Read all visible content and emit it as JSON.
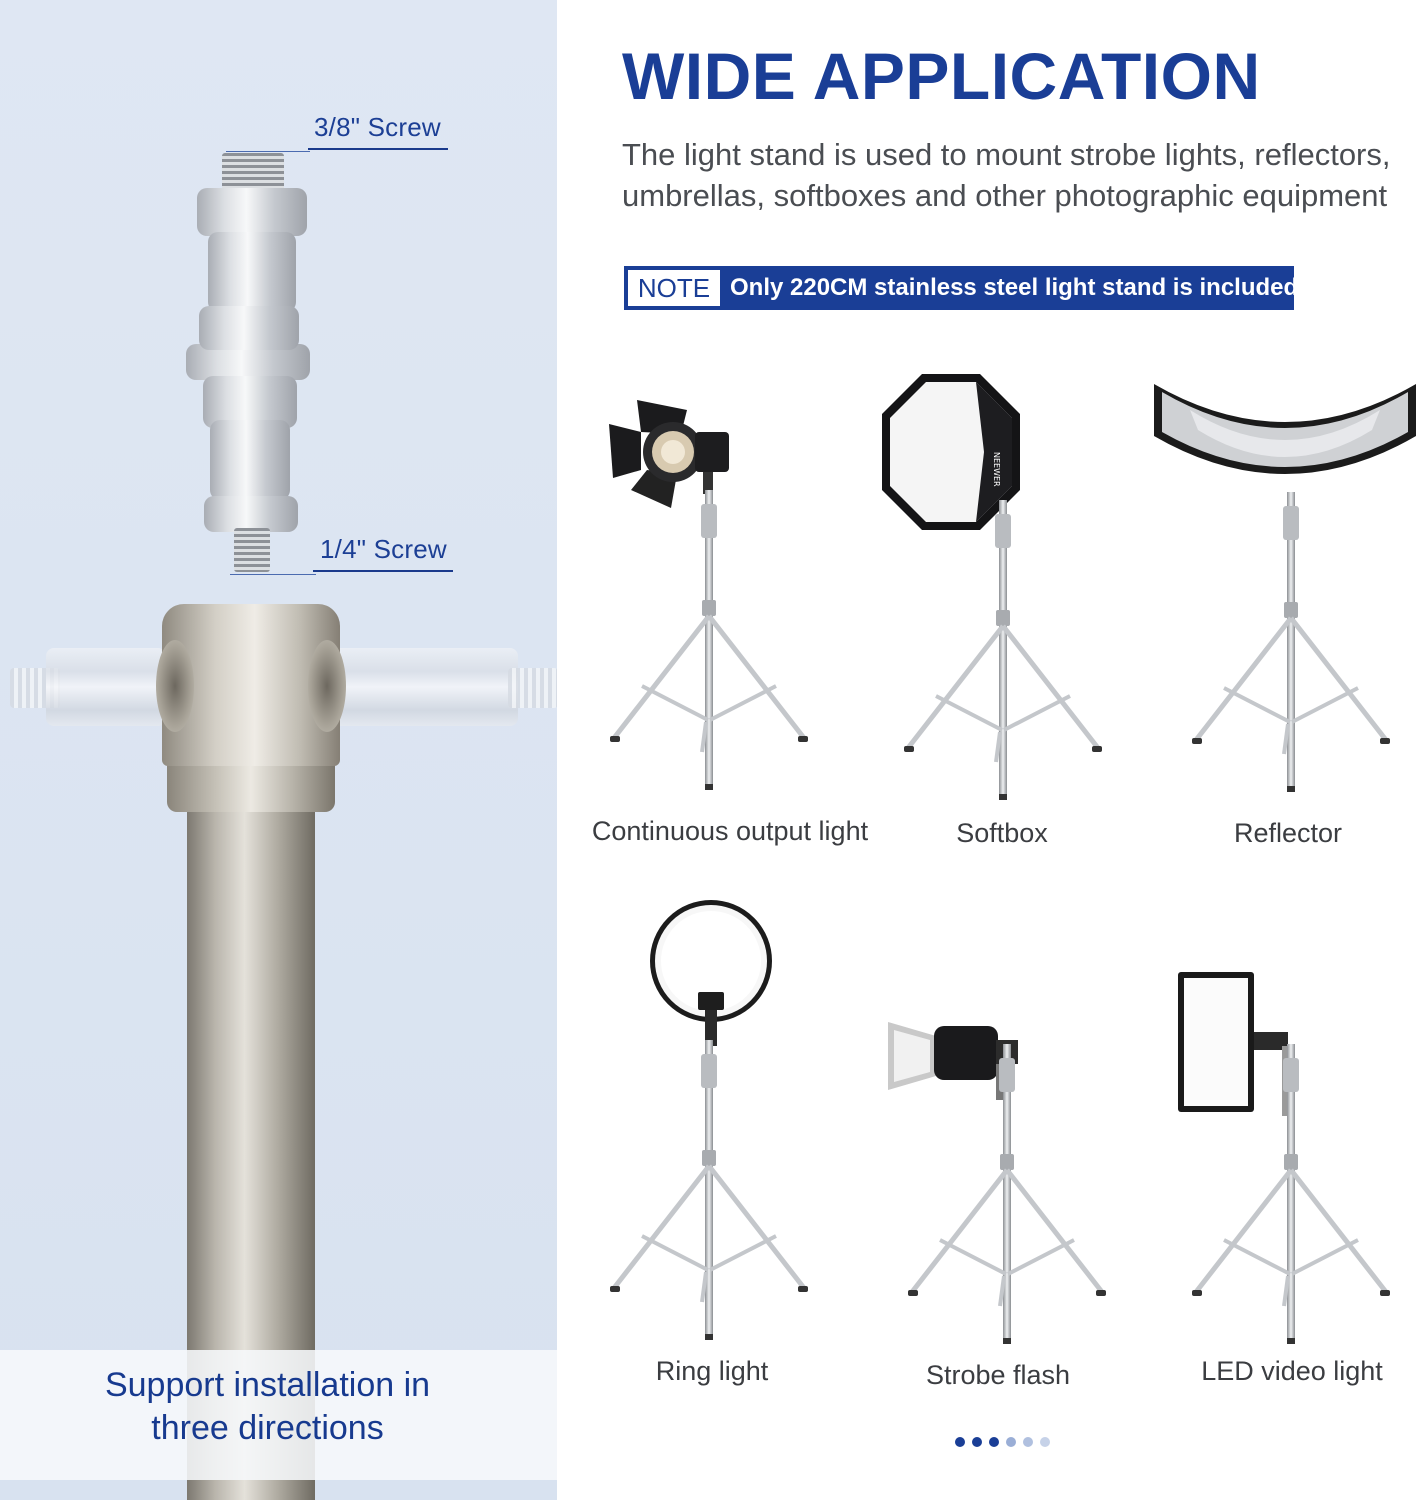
{
  "heading": {
    "title": "WIDE APPLICATION",
    "description": "The light stand is used to mount strobe lights, reflectors, umbrellas, softboxes and other photographic equipment"
  },
  "note": {
    "badge": "NOTE",
    "text": "Only 220CM stainless steel light stand is included."
  },
  "spigot": {
    "top_label": "3/8\" Screw",
    "bottom_label": "1/4\" Screw"
  },
  "support": {
    "line1": "Support installation in",
    "line2": "three directions"
  },
  "applications": [
    {
      "label": "Continuous output light",
      "icon": "continuous-light-icon"
    },
    {
      "label": "Softbox",
      "icon": "softbox-icon"
    },
    {
      "label": "Reflector",
      "icon": "reflector-icon"
    },
    {
      "label": "Ring light",
      "icon": "ring-light-icon"
    },
    {
      "label": "Strobe flash",
      "icon": "strobe-flash-icon"
    },
    {
      "label": "LED video light",
      "icon": "led-panel-icon"
    }
  ],
  "pagination": {
    "total": 6,
    "active_color": "#1a3e96",
    "inactive_color": "#9aaed6"
  },
  "colors": {
    "brand_blue": "#1a3e96",
    "panel_bg": "#dfe7f3"
  }
}
